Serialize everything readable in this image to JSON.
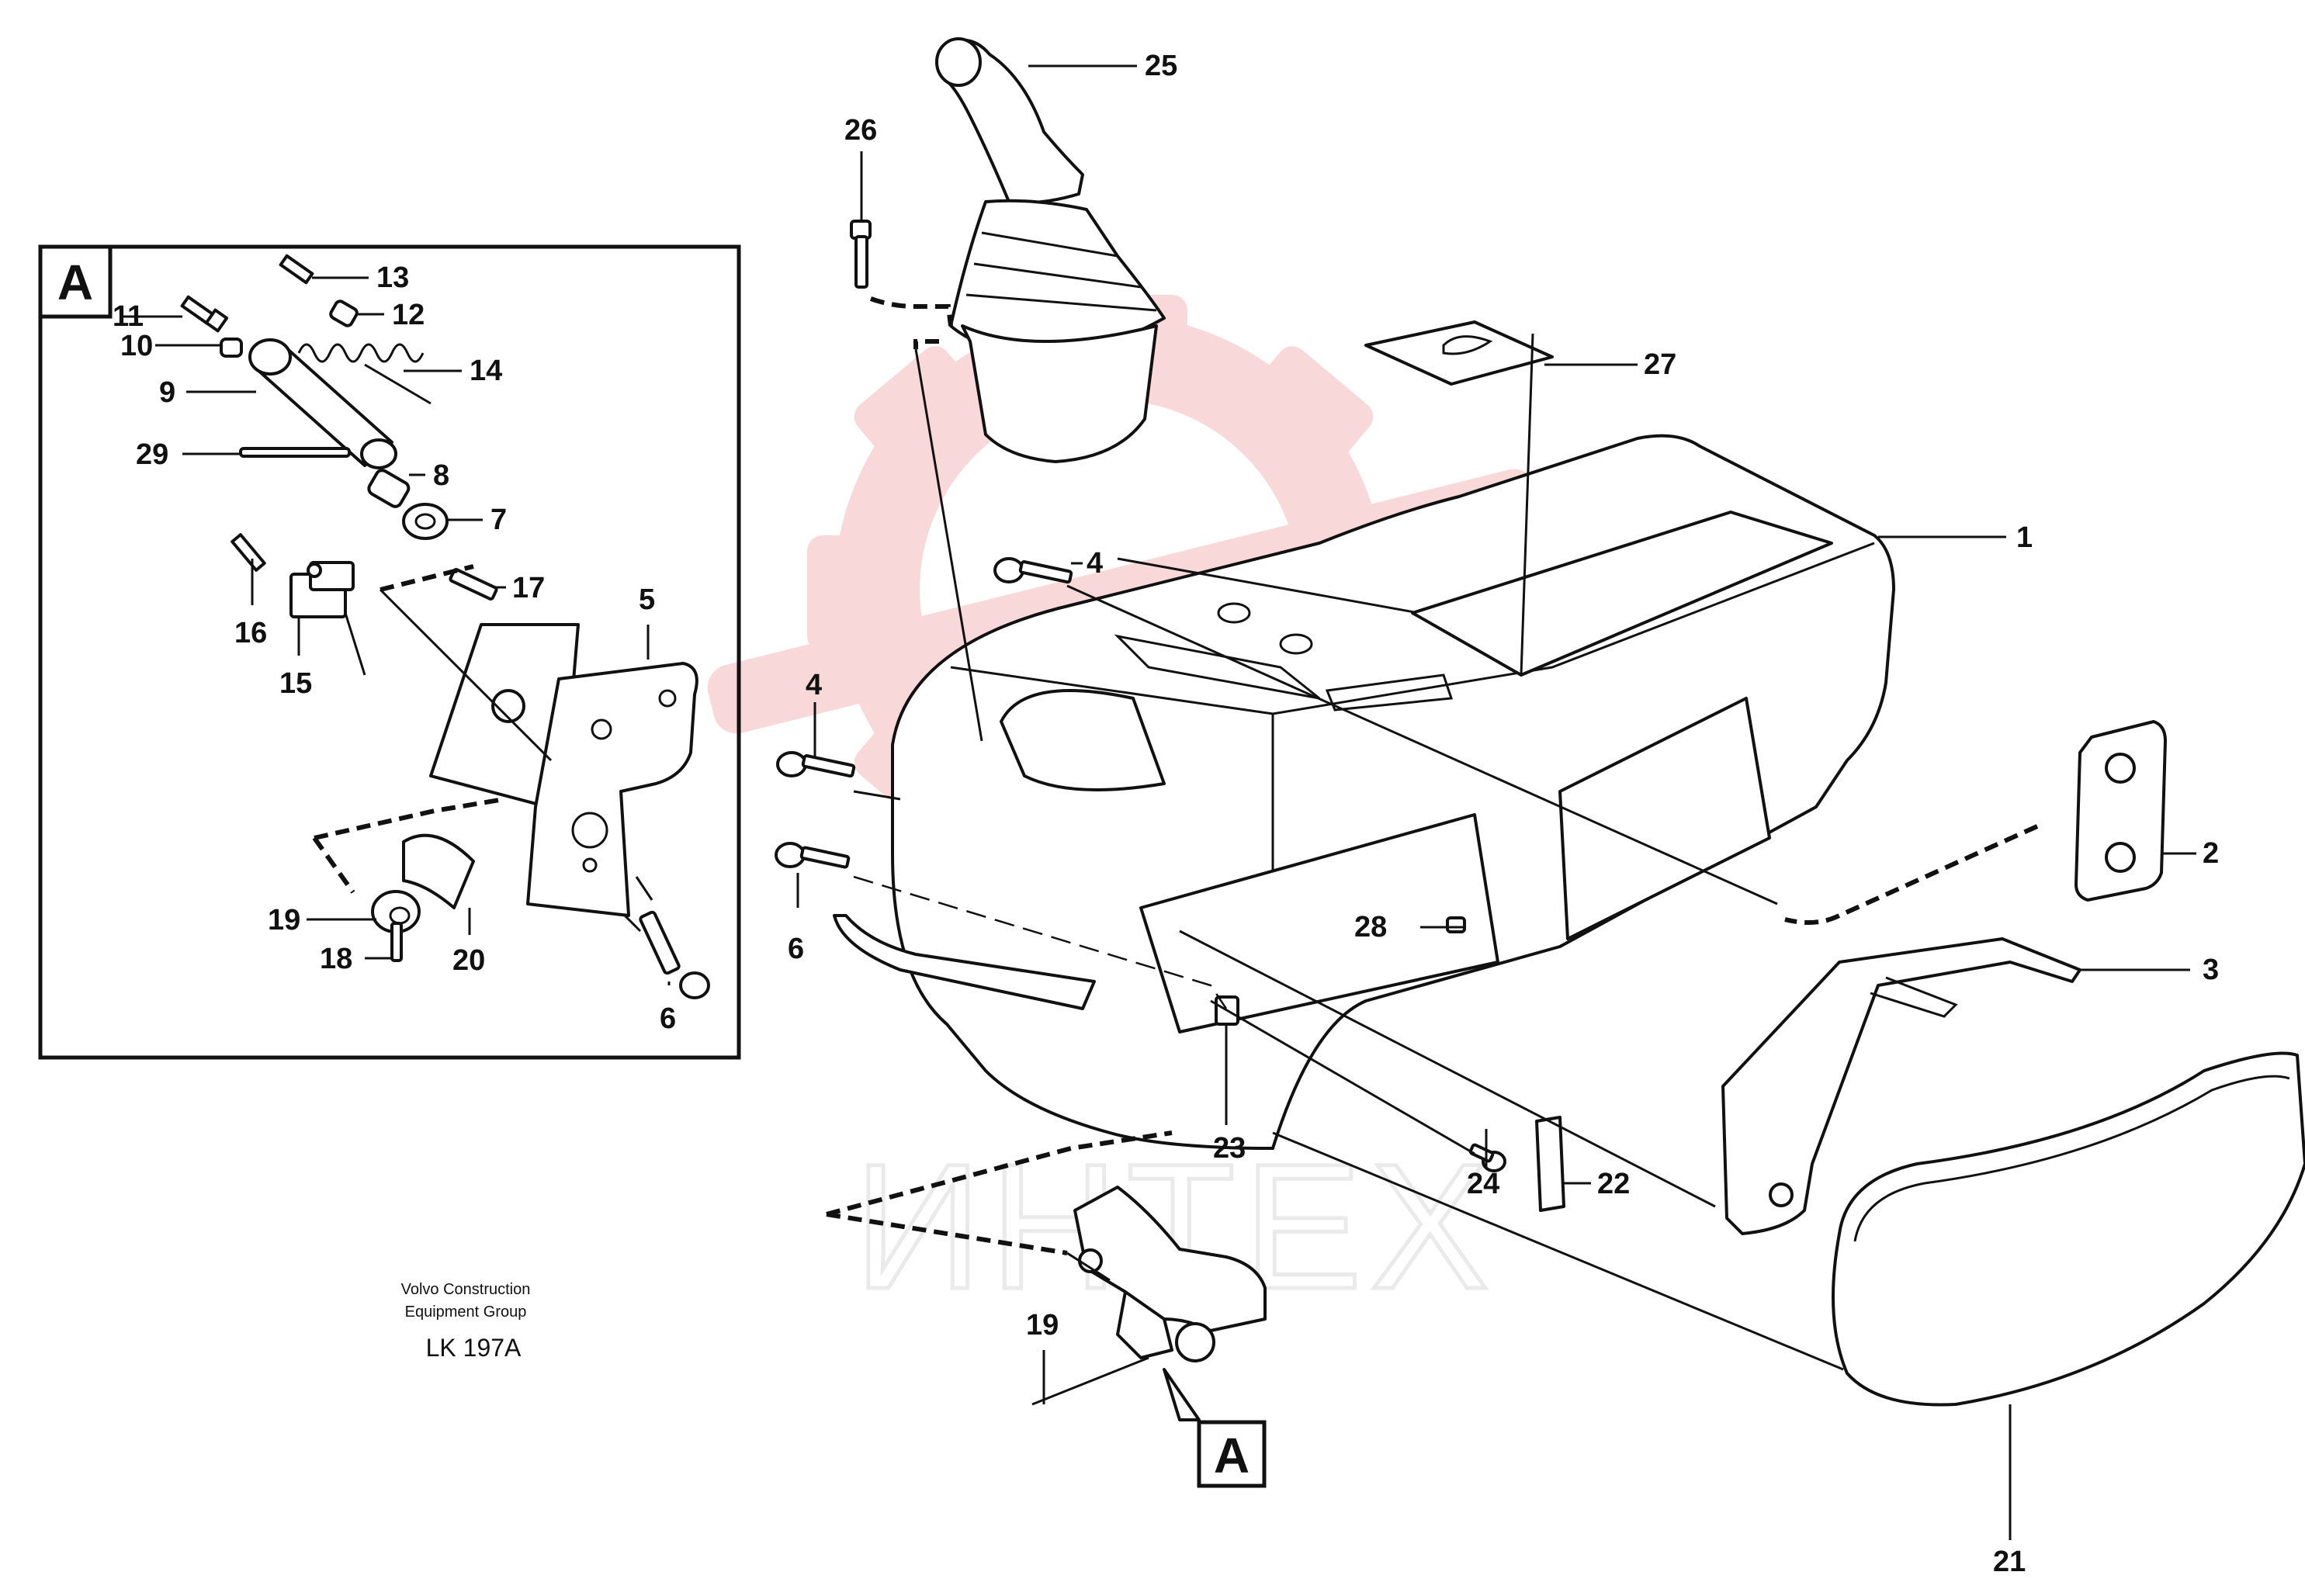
{
  "diagram": {
    "detail_box_label": "A",
    "detail_callout_label": "A",
    "credit_line_1": "Volvo Construction",
    "credit_line_2": "Equipment Group",
    "drawing_code": "LK 197A",
    "watermark_text": "ИНТЕХ",
    "watermark_color": "#f2b8b8",
    "line_color": "#111111",
    "callouts": {
      "c1": "1",
      "c2": "2",
      "c3": "3",
      "c4a": "4",
      "c4b": "4",
      "c5": "5",
      "c6a": "6",
      "c6b": "6",
      "c7": "7",
      "c8": "8",
      "c9": "9",
      "c10": "10",
      "c11": "11",
      "c12": "12",
      "c13": "13",
      "c14": "14",
      "c15": "15",
      "c16": "16",
      "c17": "17",
      "c18": "18",
      "c19a": "19",
      "c19b": "19",
      "c20": "20",
      "c21": "21",
      "c22": "22",
      "c23": "23",
      "c24": "24",
      "c25": "25",
      "c26": "26",
      "c27": "27",
      "c28": "28",
      "c29": "29"
    }
  }
}
